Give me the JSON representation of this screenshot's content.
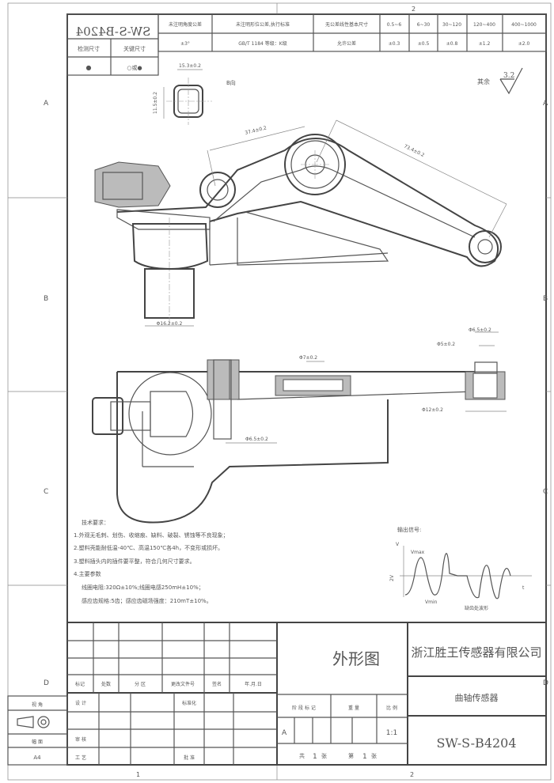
{
  "border": {
    "zones_rows": [
      "A",
      "B",
      "C",
      "D"
    ],
    "zones_cols": [
      "1",
      "2"
    ]
  },
  "stamp": {
    "code_mirrored": "SW-S-B4204",
    "check_dim_label": "检测尺寸",
    "key_dim_label": "关键尺寸",
    "check_dim_symbol": "●",
    "key_dim_symbol": "○或●"
  },
  "tolerance_table": {
    "headers": [
      "未注明角度公差",
      "未注明形位公差,执行标准",
      "无公差线性基本尺寸",
      "0.5~6",
      "6~30",
      "30~120",
      "120~400",
      "400~1000"
    ],
    "values": [
      "±3°",
      "GB/T 1184  等级：K级",
      "允许公差",
      "±0.3",
      "±0.5",
      "±0.8",
      "±1.2",
      "±2.0"
    ]
  },
  "roughness": {
    "label": "其余",
    "value": "3.2"
  },
  "dimensions": {
    "b_view_width": "15.3±0.2",
    "b_view_height": "11.5±0.2",
    "b_view_label": "B向",
    "arm_short": "37.4±0.2",
    "arm_long": "73.4±0.2",
    "shaft_dia": "Φ16.2±0.2",
    "top_hole_outer": "Φ6.5±0.2",
    "top_hole_inner": "Φ5±0.2",
    "mid_hole": "Φ7±0.2",
    "end_boss": "Φ12±0.2",
    "pivot_hole": "Φ6.5±0.2",
    "key_mark": "●"
  },
  "tech_requirements": {
    "title": "技术要求：",
    "lines": [
      "1.外观无毛刺、划伤、收缩痕、缺料、破裂、锈蚀等不良现象；",
      "2.塑料壳能耐低温-40℃、高温150℃各4h，不变形或损坏。",
      "3.塑料插头内的插件要平整，符合几何尺寸要求。",
      "4.主要参数",
      "线圈电阻:320Ω±10%;线圈电感250mH±10%；",
      "感应齿规格:5齿；感应齿磁场强度：210mT±10%。"
    ]
  },
  "waveform": {
    "title": "输出信号:",
    "y_label": "V",
    "vmax": "Vmax",
    "vmin": "Vmin",
    "x_label": "t",
    "amp_label": "2V",
    "gap_label": "缺齿处波形"
  },
  "title_block": {
    "rev_headers": [
      "标记",
      "处数",
      "分 区",
      "更改文件号",
      "签名",
      "年.月.日"
    ],
    "design": "设 计",
    "standardize": "标准化",
    "review": "审 核",
    "process": "工 艺",
    "approve": "批 准",
    "stage_headers": [
      "阶 段 标 记",
      "重 量",
      "比 例"
    ],
    "stage": "A",
    "scale": "1:1",
    "sheets_total_prefix": "共",
    "sheets_total": "1",
    "sheets_total_suffix": "张",
    "sheet_no_prefix": "第",
    "sheet_no": "1",
    "sheet_no_suffix": "张",
    "drawing_name": "外形图",
    "company": "浙江胜王传感器有限公司",
    "part_name": "曲轴传感器",
    "drawing_no": "SW-S-B4204"
  },
  "side_table": {
    "view_label": "视 角",
    "format_label": "幅 面",
    "format": "A4"
  }
}
